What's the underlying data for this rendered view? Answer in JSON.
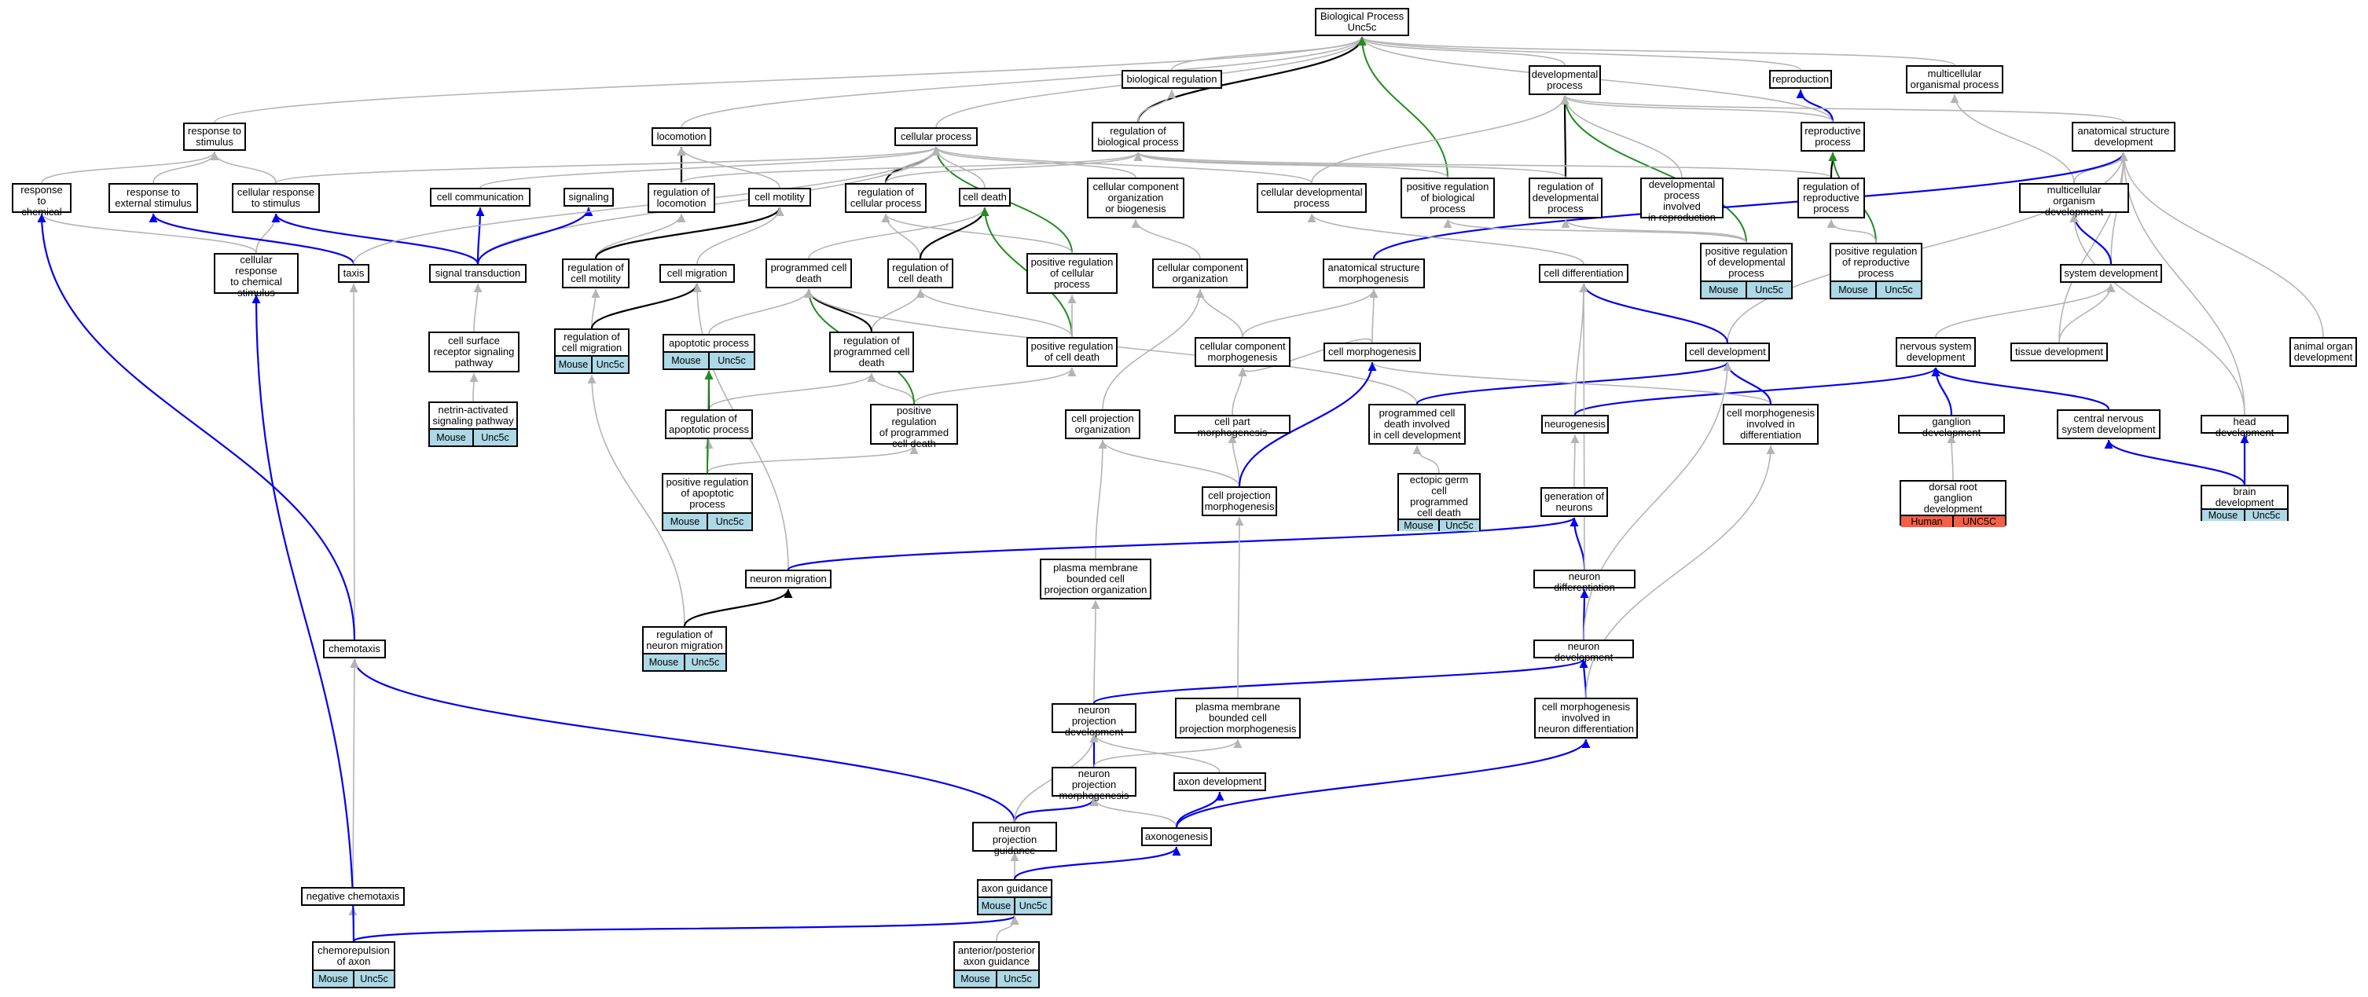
{
  "colors": {
    "is_a": "#b4b4b4",
    "part_of": "#0000ee",
    "regulates": "#000000",
    "positively_regulates": "#228b22",
    "mouse": "#add8e6",
    "human": "#f36047"
  },
  "nodes": {
    "bp": {
      "label": "Biological Process\nUnc5c"
    },
    "bioreg": {
      "label": "biological regulation"
    },
    "devproc": {
      "label": "developmental\nprocess"
    },
    "repro": {
      "label": "reproduction"
    },
    "multiorg": {
      "label": "multicellular\norganismal process"
    },
    "resp_stim": {
      "label": "response to\nstimulus"
    },
    "locomotion": {
      "label": "locomotion"
    },
    "cellproc": {
      "label": "cellular process"
    },
    "reg_bioproc": {
      "label": "regulation of\nbiological process"
    },
    "reproproc": {
      "label": "reproductive\nprocess"
    },
    "anat_dev": {
      "label": "anatomical structure\ndevelopment"
    },
    "resp_chem": {
      "label": "response to\nchemical"
    },
    "resp_ext": {
      "label": "response to\nexternal stimulus"
    },
    "cell_resp_stim": {
      "label": "cellular response\nto stimulus"
    },
    "cell_comm": {
      "label": "cell communication"
    },
    "signaling": {
      "label": "signaling"
    },
    "reg_loco": {
      "label": "regulation of\nlocomotion"
    },
    "cell_motility": {
      "label": "cell motility"
    },
    "reg_cellproc": {
      "label": "regulation of\ncellular process"
    },
    "cell_death": {
      "label": "cell death"
    },
    "cc_org_bio": {
      "label": "cellular component\norganization\nor biogenesis"
    },
    "cell_dev_proc": {
      "label": "cellular developmental\nprocess"
    },
    "pos_reg_bio": {
      "label": "positive regulation\nof biological\nprocess"
    },
    "reg_devproc": {
      "label": "regulation of\ndevelopmental\nprocess"
    },
    "dev_repro": {
      "label": "developmental\nprocess involved\nin reproduction"
    },
    "reg_reproproc": {
      "label": "regulation of\nreproductive\nprocess"
    },
    "multi_org_dev": {
      "label": "multicellular\norganism development"
    },
    "cell_resp_chem": {
      "label": "cellular response\nto chemical\nstimulus"
    },
    "taxis": {
      "label": "taxis"
    },
    "sig_trans": {
      "label": "signal transduction"
    },
    "reg_cell_mot": {
      "label": "regulation of\ncell motility"
    },
    "cell_migration": {
      "label": "cell migration"
    },
    "prog_cell_death": {
      "label": "programmed cell\ndeath"
    },
    "reg_cell_death": {
      "label": "regulation of\ncell death"
    },
    "pos_reg_cellproc": {
      "label": "positive regulation\nof cellular\nprocess"
    },
    "cc_org": {
      "label": "cellular component\norganization"
    },
    "anat_morph": {
      "label": "anatomical structure\nmorphogenesis"
    },
    "pos_reg_dev": {
      "label": "positive regulation\nof developmental\nprocess",
      "species": [
        "Mouse",
        "Unc5c"
      ]
    },
    "cell_diff": {
      "label": "cell differentiation"
    },
    "pos_reg_repro": {
      "label": "positive regulation\nof reproductive\nprocess",
      "species": [
        "Mouse",
        "Unc5c"
      ]
    },
    "sys_dev": {
      "label": "system development"
    },
    "cell_surf": {
      "label": "cell surface\nreceptor signaling\npathway"
    },
    "reg_cell_mig": {
      "label": "regulation of\ncell migration",
      "species": [
        "Mouse",
        "Unc5c"
      ]
    },
    "apoptotic": {
      "label": "apoptotic process",
      "species": [
        "Mouse",
        "Unc5c"
      ]
    },
    "reg_pcd": {
      "label": "regulation of\nprogrammed cell\ndeath"
    },
    "pos_reg_cell_death": {
      "label": "positive regulation\nof cell death"
    },
    "cc_morph": {
      "label": "cellular component\nmorphogenesis"
    },
    "cell_morph": {
      "label": "cell morphogenesis"
    },
    "cell_dev": {
      "label": "cell development"
    },
    "nerv_sys_dev": {
      "label": "nervous system\ndevelopment"
    },
    "tissue_dev": {
      "label": "tissue development"
    },
    "animal_organ": {
      "label": "animal organ\ndevelopment"
    },
    "netrin": {
      "label": "netrin-activated\nsignaling pathway",
      "species": [
        "Mouse",
        "Unc5c"
      ]
    },
    "reg_apop": {
      "label": "regulation of\napoptotic process"
    },
    "pos_reg_pcd": {
      "label": "positive regulation\nof programmed\ncell death"
    },
    "cell_proj_org": {
      "label": "cell projection\norganization"
    },
    "cell_part_morph": {
      "label": "cell part morphogenesis"
    },
    "pcd_cell_dev": {
      "label": "programmed cell\ndeath involved\nin cell development"
    },
    "neurogenesis": {
      "label": "neurogenesis"
    },
    "cm_diff": {
      "label": "cell morphogenesis\ninvolved in\ndifferentiation"
    },
    "ganglion": {
      "label": "ganglion development"
    },
    "cns_dev": {
      "label": "central nervous\nsystem development"
    },
    "head_dev": {
      "label": "head development"
    },
    "pos_reg_apop": {
      "label": "positive regulation\nof apoptotic\nprocess",
      "species": [
        "Mouse",
        "Unc5c"
      ]
    },
    "cell_proj_morph": {
      "label": "cell projection\nmorphogenesis"
    },
    "germ": {
      "label": "ectopic germ\ncell programmed\ncell death",
      "species": [
        "Mouse",
        "Unc5c"
      ]
    },
    "gen_neurons": {
      "label": "generation of\nneurons"
    },
    "drg": {
      "label": "dorsal root\nganglion development",
      "species": [
        "Human",
        "UNC5C"
      ]
    },
    "brain_dev": {
      "label": "brain development",
      "species": [
        "Mouse",
        "Unc5c"
      ]
    },
    "pm_proj_org": {
      "label": "plasma membrane\nbounded cell\nprojection organization"
    },
    "neuron_mig": {
      "label": "neuron migration"
    },
    "neuron_diff": {
      "label": "neuron differentiation"
    },
    "reg_neuron_mig": {
      "label": "regulation of\nneuron migration",
      "species": [
        "Mouse",
        "Unc5c"
      ]
    },
    "chemotaxis": {
      "label": "chemotaxis"
    },
    "neuron_dev": {
      "label": "neuron development"
    },
    "np_dev": {
      "label": "neuron projection\ndevelopment"
    },
    "pm_proj_morph": {
      "label": "plasma membrane\nbounded cell\nprojection morphogenesis"
    },
    "cm_neuron_diff": {
      "label": "cell morphogenesis\ninvolved in\nneuron differentiation"
    },
    "np_morph": {
      "label": "neuron projection\nmorphogenesis"
    },
    "axon_dev": {
      "label": "axon development"
    },
    "np_guidance": {
      "label": "neuron projection\nguidance"
    },
    "axonogenesis": {
      "label": "axonogenesis"
    },
    "neg_chemotaxis": {
      "label": "negative chemotaxis"
    },
    "axon_guidance": {
      "label": "axon guidance",
      "species": [
        "Mouse",
        "Unc5c"
      ]
    },
    "chemorep": {
      "label": "chemorepulsion\nof axon",
      "species": [
        "Mouse",
        "Unc5c"
      ]
    },
    "ap_axon": {
      "label": "anterior/posterior\naxon guidance",
      "species": [
        "Mouse",
        "Unc5c"
      ]
    }
  },
  "edges": [
    [
      "bioreg",
      "bp",
      "is_a"
    ],
    [
      "devproc",
      "bp",
      "is_a"
    ],
    [
      "repro",
      "bp",
      "is_a"
    ],
    [
      "multiorg",
      "bp",
      "is_a"
    ],
    [
      "resp_stim",
      "bp",
      "is_a"
    ],
    [
      "locomotion",
      "bp",
      "is_a"
    ],
    [
      "cellproc",
      "bp",
      "is_a"
    ],
    [
      "reproproc",
      "bp",
      "is_a"
    ],
    [
      "reg_bioproc",
      "bp",
      "regulates"
    ],
    [
      "pos_reg_bio",
      "bp",
      "positively_regulates"
    ],
    [
      "reg_bioproc",
      "bioreg",
      "is_a"
    ],
    [
      "reproproc",
      "repro",
      "part_of"
    ],
    [
      "anat_dev",
      "devproc",
      "is_a"
    ],
    [
      "dev_repro",
      "devproc",
      "is_a"
    ],
    [
      "cell_dev_proc",
      "devproc",
      "is_a"
    ],
    [
      "reg_devproc",
      "devproc",
      "regulates"
    ],
    [
      "pos_reg_dev",
      "devproc",
      "positively_regulates"
    ],
    [
      "reproproc",
      "devproc",
      "is_a"
    ],
    [
      "multi_org_dev",
      "multiorg",
      "is_a"
    ],
    [
      "resp_chem",
      "resp_stim",
      "is_a"
    ],
    [
      "resp_ext",
      "resp_stim",
      "is_a"
    ],
    [
      "cell_resp_stim",
      "resp_stim",
      "is_a"
    ],
    [
      "reg_loco",
      "locomotion",
      "regulates"
    ],
    [
      "cell_motility",
      "locomotion",
      "is_a"
    ],
    [
      "cell_comm",
      "cellproc",
      "is_a"
    ],
    [
      "reg_cellproc",
      "cellproc",
      "regulates"
    ],
    [
      "cell_death",
      "cellproc",
      "is_a"
    ],
    [
      "cc_org_bio",
      "cellproc",
      "is_a"
    ],
    [
      "cell_dev_proc",
      "cellproc",
      "is_a"
    ],
    [
      "pos_reg_cellproc",
      "cellproc",
      "positively_regulates"
    ],
    [
      "cell_resp_stim",
      "cellproc",
      "is_a"
    ],
    [
      "sig_trans",
      "cellproc",
      "is_a"
    ],
    [
      "reg_cellproc",
      "reg_bioproc",
      "is_a"
    ],
    [
      "pos_reg_bio",
      "reg_bioproc",
      "is_a"
    ],
    [
      "reg_devproc",
      "reg_bioproc",
      "is_a"
    ],
    [
      "reg_reproproc",
      "reg_bioproc",
      "is_a"
    ],
    [
      "reg_loco",
      "reg_bioproc",
      "is_a"
    ],
    [
      "reg_reproproc",
      "reproproc",
      "regulates"
    ],
    [
      "pos_reg_repro",
      "reproproc",
      "positively_regulates"
    ],
    [
      "multi_org_dev",
      "anat_dev",
      "is_a"
    ],
    [
      "anat_morph",
      "anat_dev",
      "part_of"
    ],
    [
      "sys_dev",
      "anat_dev",
      "is_a"
    ],
    [
      "tissue_dev",
      "anat_dev",
      "is_a"
    ],
    [
      "animal_organ",
      "anat_dev",
      "is_a"
    ],
    [
      "head_dev",
      "anat_dev",
      "is_a"
    ],
    [
      "cell_dev",
      "anat_dev",
      "is_a"
    ],
    [
      "cell_resp_chem",
      "resp_chem",
      "is_a"
    ],
    [
      "cell_resp_chem",
      "cell_resp_stim",
      "is_a"
    ],
    [
      "taxis",
      "resp_ext",
      "part_of"
    ],
    [
      "sig_trans",
      "cell_comm",
      "part_of"
    ],
    [
      "sig_trans",
      "signaling",
      "part_of"
    ],
    [
      "sig_trans",
      "cell_resp_stim",
      "part_of"
    ],
    [
      "reg_cell_mot",
      "reg_loco",
      "is_a"
    ],
    [
      "reg_cell_mot",
      "cell_motility",
      "regulates"
    ],
    [
      "cell_migration",
      "cell_motility",
      "is_a"
    ],
    [
      "reg_cell_death",
      "reg_cellproc",
      "is_a"
    ],
    [
      "pos_reg_cellproc",
      "reg_cellproc",
      "is_a"
    ],
    [
      "prog_cell_death",
      "cell_death",
      "is_a"
    ],
    [
      "reg_cell_death",
      "cell_death",
      "regulates"
    ],
    [
      "pos_reg_cell_death",
      "cell_death",
      "positively_regulates"
    ],
    [
      "cc_org",
      "cc_org_bio",
      "is_a"
    ],
    [
      "cell_diff",
      "cell_dev_proc",
      "is_a"
    ],
    [
      "pos_reg_dev",
      "reg_devproc",
      "is_a"
    ],
    [
      "pos_reg_dev",
      "pos_reg_bio",
      "is_a"
    ],
    [
      "pos_reg_repro",
      "reg_reproproc",
      "is_a"
    ],
    [
      "sys_dev",
      "multi_org_dev",
      "part_of"
    ],
    [
      "taxis",
      "cellproc",
      "is_a"
    ],
    [
      "cell_surf",
      "sig_trans",
      "is_a"
    ],
    [
      "reg_cell_mig",
      "reg_cell_mot",
      "is_a"
    ],
    [
      "reg_cell_mig",
      "cell_migration",
      "regulates"
    ],
    [
      "apoptotic",
      "prog_cell_death",
      "is_a"
    ],
    [
      "reg_pcd",
      "reg_cell_death",
      "is_a"
    ],
    [
      "reg_pcd",
      "prog_cell_death",
      "regulates"
    ],
    [
      "pos_reg_cell_death",
      "pos_reg_cellproc",
      "is_a"
    ],
    [
      "pos_reg_cell_death",
      "reg_cell_death",
      "is_a"
    ],
    [
      "cc_morph",
      "cc_org",
      "is_a"
    ],
    [
      "cc_morph",
      "anat_morph",
      "is_a"
    ],
    [
      "cell_morph",
      "anat_morph",
      "is_a"
    ],
    [
      "cell_dev",
      "cell_diff",
      "part_of"
    ],
    [
      "nerv_sys_dev",
      "sys_dev",
      "is_a"
    ],
    [
      "tissue_dev",
      "sys_dev",
      "is_a"
    ],
    [
      "netrin",
      "cell_surf",
      "is_a"
    ],
    [
      "reg_apop",
      "reg_pcd",
      "is_a"
    ],
    [
      "reg_apop",
      "apoptotic",
      "regulates"
    ],
    [
      "pos_reg_pcd",
      "reg_pcd",
      "is_a"
    ],
    [
      "pos_reg_pcd",
      "pos_reg_cell_death",
      "is_a"
    ],
    [
      "pos_reg_pcd",
      "prog_cell_death",
      "positively_regulates"
    ],
    [
      "cell_proj_org",
      "cc_org",
      "is_a"
    ],
    [
      "cell_part_morph",
      "cc_morph",
      "is_a"
    ],
    [
      "cell_morph",
      "cc_morph",
      "is_a"
    ],
    [
      "pcd_cell_dev",
      "prog_cell_death",
      "is_a"
    ],
    [
      "pcd_cell_dev",
      "cell_dev",
      "part_of"
    ],
    [
      "neurogenesis",
      "cell_diff",
      "is_a"
    ],
    [
      "neurogenesis",
      "nerv_sys_dev",
      "part_of"
    ],
    [
      "cm_diff",
      "cell_morph",
      "is_a"
    ],
    [
      "cm_diff",
      "cell_dev",
      "part_of"
    ],
    [
      "ganglion",
      "nerv_sys_dev",
      "part_of"
    ],
    [
      "cns_dev",
      "nerv_sys_dev",
      "part_of"
    ],
    [
      "head_dev",
      "multi_org_dev",
      "is_a"
    ],
    [
      "pos_reg_apop",
      "reg_apop",
      "is_a"
    ],
    [
      "pos_reg_apop",
      "pos_reg_pcd",
      "is_a"
    ],
    [
      "pos_reg_apop",
      "apoptotic",
      "positively_regulates"
    ],
    [
      "cell_proj_morph",
      "cell_proj_org",
      "is_a"
    ],
    [
      "cell_proj_morph",
      "cell_part_morph",
      "is_a"
    ],
    [
      "cell_proj_morph",
      "cell_morph",
      "part_of"
    ],
    [
      "germ",
      "pcd_cell_dev",
      "is_a"
    ],
    [
      "gen_neurons",
      "neurogenesis",
      "is_a"
    ],
    [
      "drg",
      "ganglion",
      "is_a"
    ],
    [
      "brain_dev",
      "cns_dev",
      "part_of"
    ],
    [
      "brain_dev",
      "head_dev",
      "part_of"
    ],
    [
      "pm_proj_org",
      "cell_proj_org",
      "is_a"
    ],
    [
      "neuron_mig",
      "cell_migration",
      "is_a"
    ],
    [
      "neuron_mig",
      "gen_neurons",
      "part_of"
    ],
    [
      "neuron_diff",
      "gen_neurons",
      "part_of"
    ],
    [
      "neuron_diff",
      "cell_diff",
      "is_a"
    ],
    [
      "reg_neuron_mig",
      "reg_cell_mig",
      "is_a"
    ],
    [
      "reg_neuron_mig",
      "neuron_mig",
      "regulates"
    ],
    [
      "chemotaxis",
      "taxis",
      "is_a"
    ],
    [
      "chemotaxis",
      "resp_chem",
      "part_of"
    ],
    [
      "neuron_dev",
      "neuron_diff",
      "part_of"
    ],
    [
      "neuron_dev",
      "cell_dev",
      "is_a"
    ],
    [
      "np_dev",
      "pm_proj_org",
      "is_a"
    ],
    [
      "np_dev",
      "neuron_dev",
      "part_of"
    ],
    [
      "pm_proj_morph",
      "cell_proj_morph",
      "is_a"
    ],
    [
      "cm_neuron_diff",
      "neuron_dev",
      "part_of"
    ],
    [
      "cm_neuron_diff",
      "cm_diff",
      "is_a"
    ],
    [
      "np_morph",
      "np_dev",
      "part_of"
    ],
    [
      "np_morph",
      "pm_proj_morph",
      "is_a"
    ],
    [
      "axon_dev",
      "np_dev",
      "is_a"
    ],
    [
      "np_guidance",
      "np_morph",
      "part_of"
    ],
    [
      "np_guidance",
      "chemotaxis",
      "part_of"
    ],
    [
      "np_guidance",
      "np_dev",
      "is_a"
    ],
    [
      "axonogenesis",
      "axon_dev",
      "part_of"
    ],
    [
      "axonogenesis",
      "np_morph",
      "is_a"
    ],
    [
      "axonogenesis",
      "cm_neuron_diff",
      "part_of"
    ],
    [
      "neg_chemotaxis",
      "chemotaxis",
      "is_a"
    ],
    [
      "axon_guidance",
      "np_guidance",
      "is_a"
    ],
    [
      "axon_guidance",
      "axonogenesis",
      "part_of"
    ],
    [
      "chemorep",
      "neg_chemotaxis",
      "is_a"
    ],
    [
      "chemorep",
      "cell_resp_chem",
      "part_of"
    ],
    [
      "chemorep",
      "axon_guidance",
      "part_of"
    ],
    [
      "ap_axon",
      "axon_guidance",
      "is_a"
    ]
  ]
}
